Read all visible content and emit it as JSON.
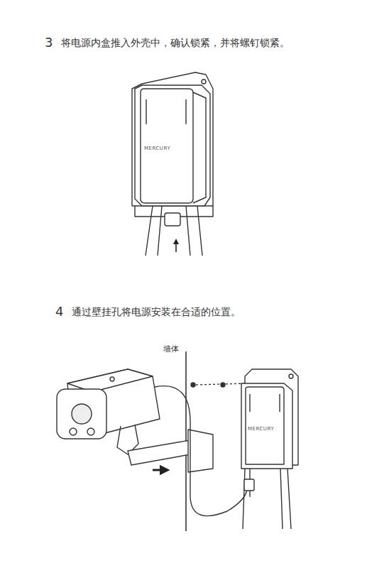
{
  "diagram": {
    "nodes": [
      {
        "text": [
          "MERCURY"
        ]
      },
      {
        "text": [
          "MERCURY"
        ]
      }
    ],
    "labels": [
      "3",
      "将电源内盒推入外壳中，确认锁紧，并将螺钉锁紧。",
      "4",
      "通过壁挂孔将电源安装在合适的位置。",
      "墙体"
    ]
  }
}
